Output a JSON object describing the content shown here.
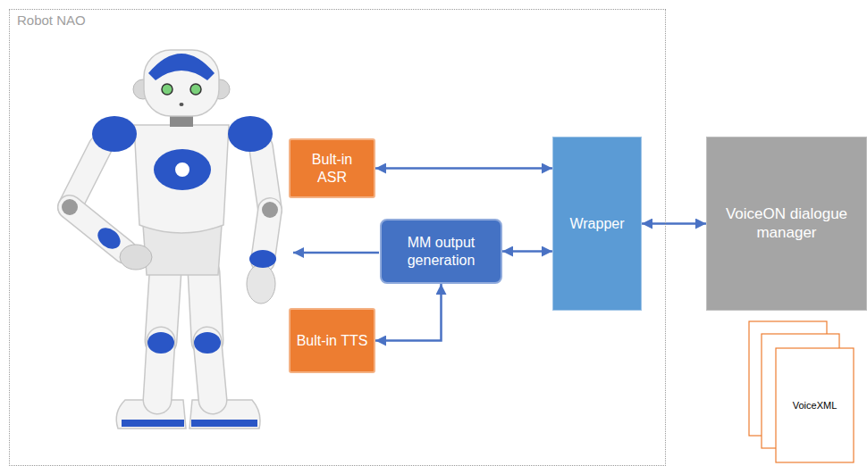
{
  "diagram": {
    "nodes": [
      {
        "text": [
          "Robot NAO"
        ]
      },
      {
        "text": [
          "Bult-in ASR"
        ],
        "in": 0
      },
      {
        "text": [
          "MM output generation"
        ],
        "in": 0
      },
      {
        "text": [
          "Bult-in TTS"
        ],
        "in": 0
      },
      {
        "text": [
          "Wrapper"
        ],
        "in": 0
      },
      {
        "text": [
          "VoiceON dialogue manager"
        ]
      },
      {
        "text": [
          "VoiceXML"
        ]
      }
    ],
    "edges": [
      {
        "from": 1,
        "to": 4,
        "arrow": "both"
      },
      {
        "from": 2,
        "to": 4,
        "arrow": "both"
      },
      {
        "from": 3,
        "to": 2,
        "arrow": "both"
      },
      {
        "from": 4,
        "to": 5,
        "arrow": "both"
      }
    ]
  }
}
